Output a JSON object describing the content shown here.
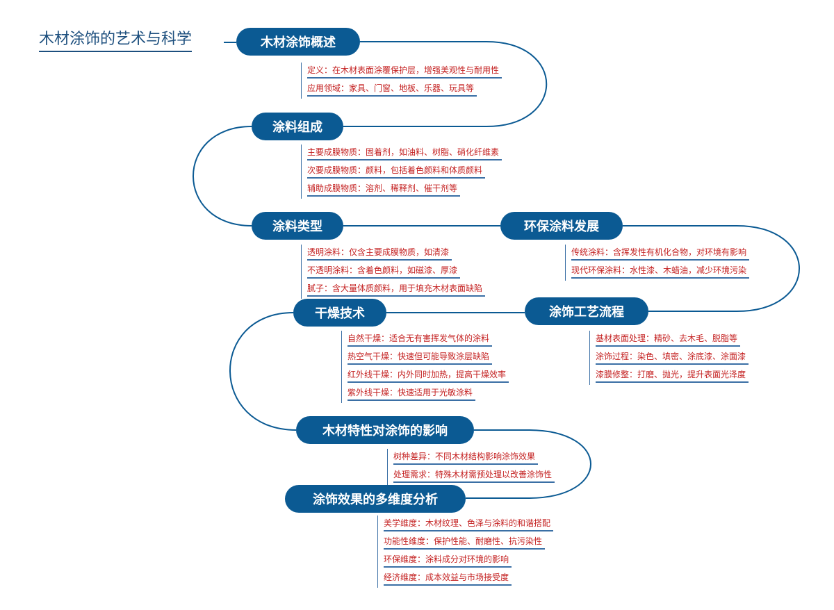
{
  "title": "木材涂饰的艺术与科学",
  "colors": {
    "topic_fill": "#0b5a93",
    "line": "#0b5a93",
    "sub_text": "#c42121",
    "sub_underline": "#3a6fa5"
  },
  "topics": [
    {
      "label": "木材涂饰概述",
      "subs": [
        "定义：在木材表面涂覆保护层，增强美观性与耐用性",
        "应用领域：家具、门窗、地板、乐器、玩具等"
      ]
    },
    {
      "label": "涂料组成",
      "subs": [
        "主要成膜物质：固着剂，如油料、树脂、硝化纤维素",
        "次要成膜物质：颜料，包括着色颜料和体质颜料",
        "辅助成膜物质：溶剂、稀释剂、催干剂等"
      ]
    },
    {
      "label": "涂料类型",
      "subs": [
        "透明涂料：仅含主要成膜物质，如清漆",
        "不透明涂料：含着色颜料，如磁漆、厚漆",
        "腻子：含大量体质颜料，用于填充木材表面缺陷"
      ]
    },
    {
      "label": "环保涂料发展",
      "subs": [
        "传统涂料：含挥发性有机化合物，对环境有影响",
        "现代环保涂料：水性漆、木蜡油，减少环境污染"
      ]
    },
    {
      "label": "涂饰工艺流程",
      "subs": [
        "基材表面处理：精砂、去木毛、脱脂等",
        "涂饰过程：染色、填密、涂底漆、涂面漆",
        "漆膜修整：打磨、抛光，提升表面光泽度"
      ]
    },
    {
      "label": "干燥技术",
      "subs": [
        "自然干燥：适合无有害挥发气体的涂料",
        "热空气干燥：快速但可能导致涂层缺陷",
        "红外线干燥：内外同时加热，提高干燥效率",
        "紫外线干燥：快速适用于光敏涂料"
      ]
    },
    {
      "label": "木材特性对涂饰的影响",
      "subs": [
        "树种差异：不同木材结构影响涂饰效果",
        "处理需求：特殊木材需预处理以改善涂饰性"
      ]
    },
    {
      "label": "涂饰效果的多维度分析",
      "subs": [
        "美学维度：木材纹理、色泽与涂料的和谐搭配",
        "功能性维度：保护性能、耐磨性、抗污染性",
        "环保维度：涂料成分对环境的影响",
        "经济维度：成本效益与市场接受度"
      ]
    }
  ]
}
